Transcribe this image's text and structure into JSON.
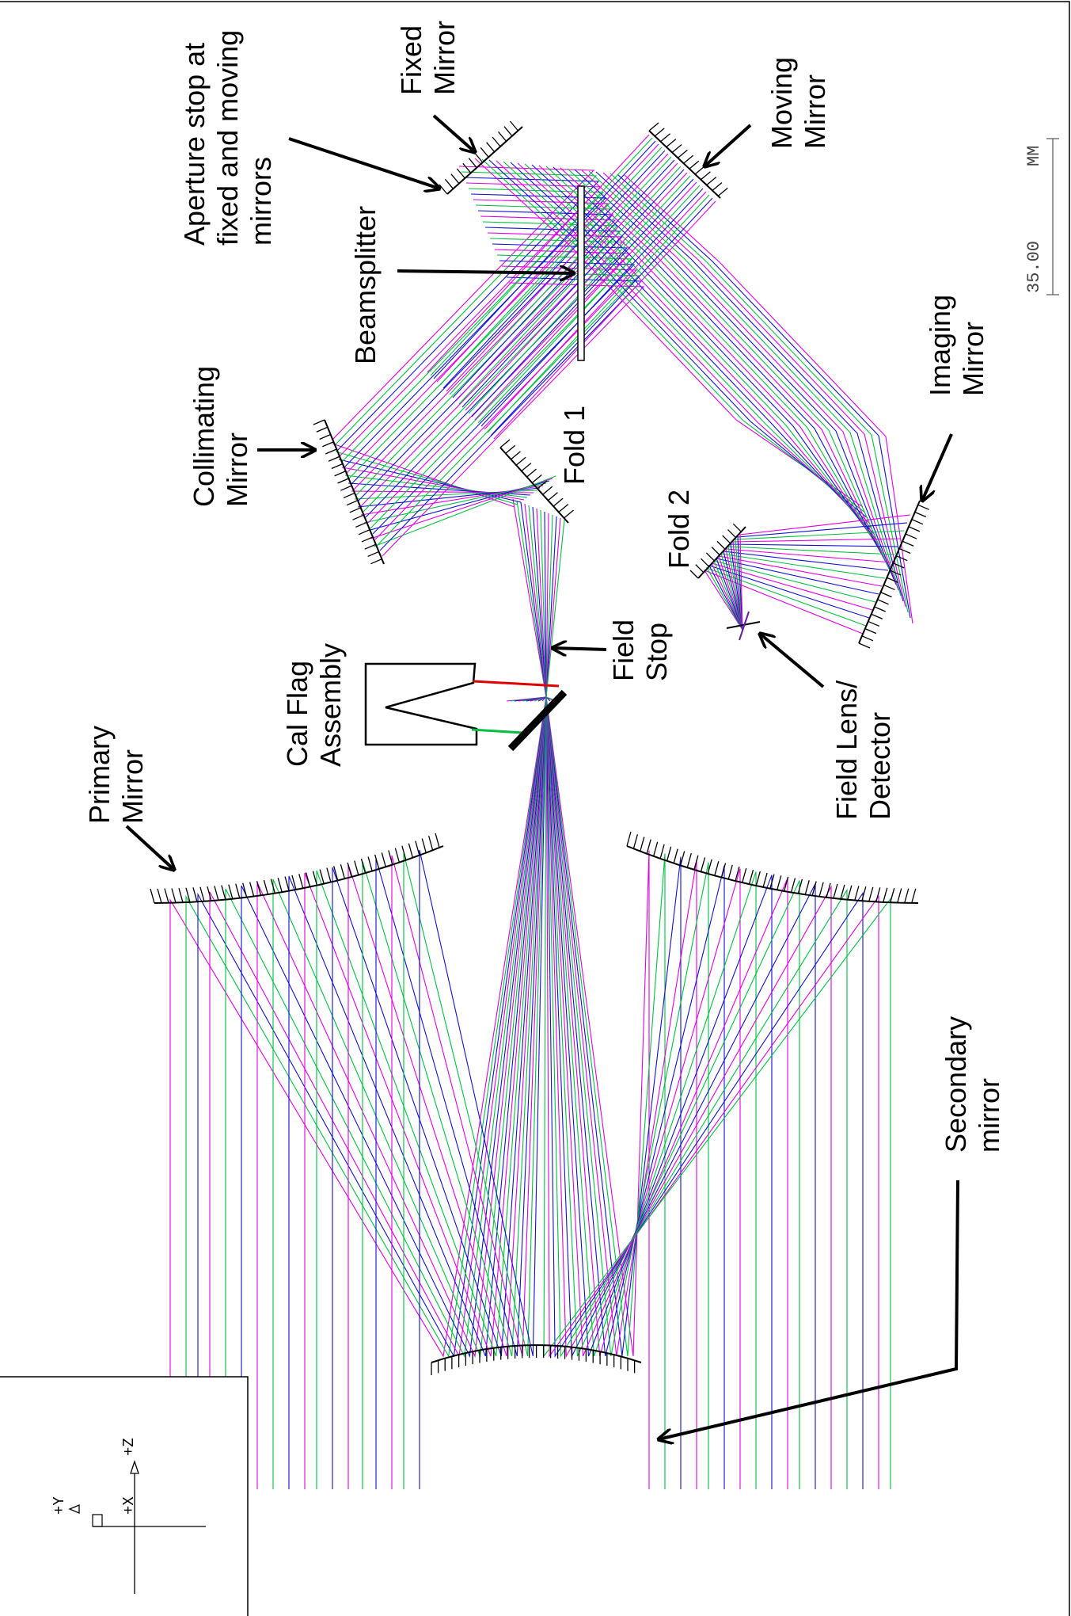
{
  "labels": {
    "aperture": [
      "Aperture stop at",
      "fixed and moving",
      "mirrors"
    ],
    "fixed_mirror": [
      "Fixed",
      "Mirror"
    ],
    "moving_mirror": [
      "Moving",
      "Mirror"
    ],
    "beamsplitter": "Beamsplitter",
    "collimating_mirror": [
      "Collimating",
      "Mirror"
    ],
    "fold1": "Fold 1",
    "fold2": "Fold 2",
    "imaging_mirror": [
      "Imaging",
      "Mirror"
    ],
    "field_stop": [
      "Field",
      "Stop"
    ],
    "cal_flag": [
      "Cal Flag",
      "Assembly"
    ],
    "field_lens": [
      "Field Lens/",
      "Detector"
    ],
    "primary_mirror": [
      "Primary",
      "Mirror"
    ],
    "secondary_mirror": [
      "Secondary",
      "mirror"
    ]
  },
  "scale": {
    "value": "35.00",
    "unit": "MM"
  },
  "axes": {
    "y": "+Y",
    "x": "+X",
    "z": "+Z"
  },
  "colors": {
    "magenta": "#e000e0",
    "green": "#00c040",
    "blue": "#1010d0",
    "red": "#e00000",
    "ink": "#000000"
  }
}
